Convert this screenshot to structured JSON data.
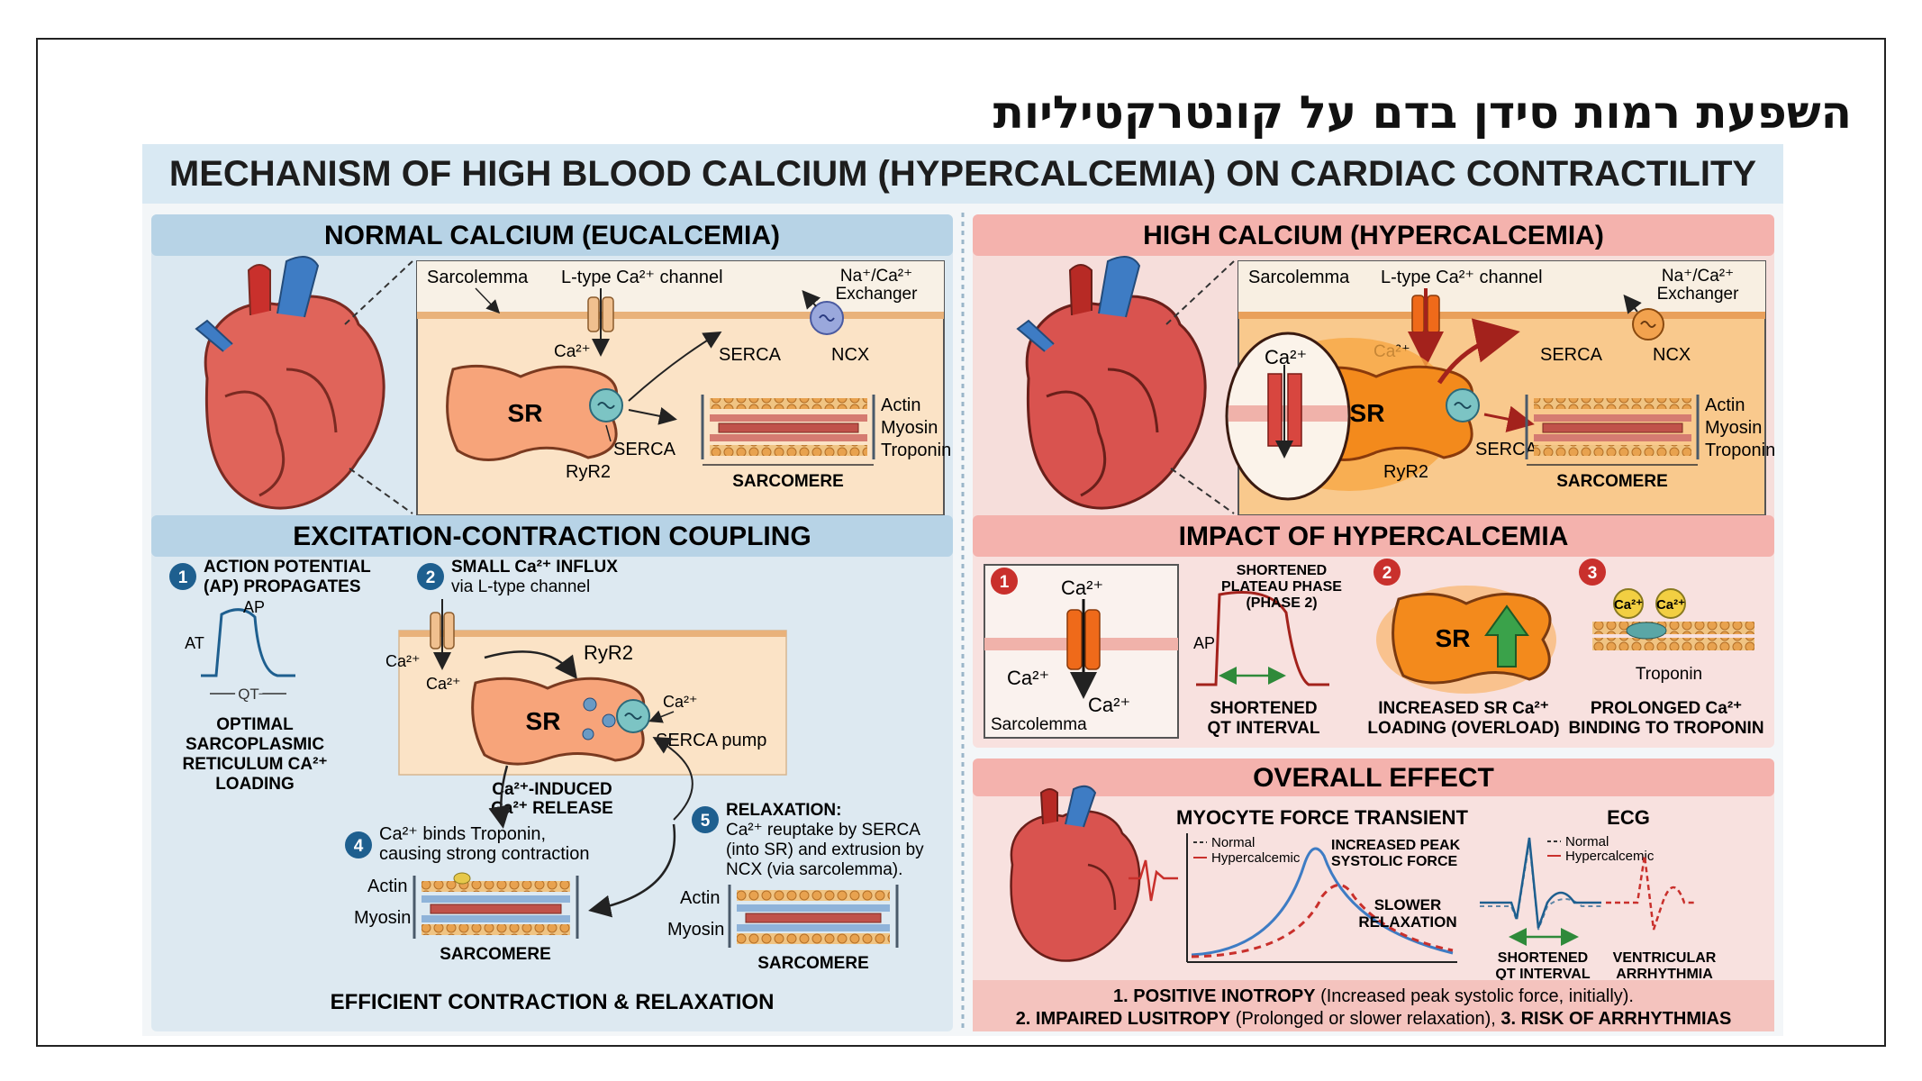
{
  "slide": {
    "title": "השפעת רמות סידן בדם על קונטרקטיליות"
  },
  "poster": {
    "title": "MECHANISM OF HIGH BLOOD CALCIUM (HYPERCALCEMIA) ON CARDIAC CONTRACTILITY",
    "normal_panel": {
      "header": "NORMAL CALCIUM (EUCALCEMIA)",
      "sarcolemma": "Sarcolemma",
      "channel": "L-type Ca²⁺ channel",
      "exchanger": "Na⁺/Ca²⁺ Exchanger",
      "ncx": "NCX",
      "ca": "Ca²⁺",
      "serca_top": "SERCA",
      "serca_bottom": "SERCA",
      "sr": "SR",
      "ryr2": "RyR2",
      "actin": "Actin",
      "myosin": "Myosin",
      "troponin": "Troponin",
      "sarcomere": "SARCOMERE"
    },
    "high_panel": {
      "header": "HIGH CALCIUM (HYPERCALCEMIA)",
      "sarcolemma": "Sarcolemma",
      "channel": "L-type Ca²⁺ channel",
      "exchanger": "Na⁺/Ca²⁺ Exchanger",
      "ncx": "NCX",
      "ca": "Ca²⁺",
      "ca_inset": "Ca²⁺",
      "serca_top": "SERCA",
      "serca_bottom": "SERCA",
      "sr": "SR",
      "ryr2": "RyR2",
      "actin": "Actin",
      "myosin": "Myosin",
      "troponin": "Troponin",
      "sarcomere": "SARCOMERE"
    },
    "ec_panel": {
      "header": "EXCITATION-CONTRACTION COUPLING",
      "step1_num": "1",
      "step1_l1": "ACTION POTENTIAL",
      "step1_l2": "(AP) PROPAGATES",
      "ap": "AP",
      "at": "AT",
      "qt": "QT",
      "optimal_l1": "OPTIMAL",
      "optimal_l2": "SARCOPLASMIC",
      "optimal_l3": "RETICULUM CA²⁺",
      "optimal_l4": "LOADING",
      "step2_num": "2",
      "step2_l1": "SMALL Ca²⁺ INFLUX",
      "step2_l2": "via L-type channel",
      "ca_a": "Ca²⁺",
      "ca_b": "Ca²⁺",
      "ca_c": "Ca²⁺",
      "ryr2": "RyR2",
      "sr": "SR",
      "serca_pump": "SERCA pump",
      "cicr_l1": "Ca²⁺-INDUCED",
      "cicr_l2": "Ca²⁺ RELEASE",
      "step4_num": "4",
      "step4_l1": "Ca²⁺ binds Troponin,",
      "step4_l2": "causing strong contraction",
      "step5_num": "5",
      "step5_l1": "RELAXATION:",
      "step5_l2": "Ca²⁺ reuptake by SERCA",
      "step5_l3": "(into SR) and extrusion by",
      "step5_l4": "NCX (via sarcolemma).",
      "actin_a": "Actin",
      "myosin_a": "Myosin",
      "sarcomere_a": "SARCOMERE",
      "actin_b": "Actin",
      "myosin_b": "Myosin",
      "sarcomere_b": "SARCOMERE",
      "footer": "EFFICIENT CONTRACTION & RELAXATION"
    },
    "impact_panel": {
      "header": "IMPACT OF HYPERCALCEMIA",
      "n1": "1",
      "n2": "2",
      "n3": "3",
      "ca_in_top": "Ca²⁺",
      "ca_in_mid": "Ca²⁺",
      "ca_in_bottom": "Ca²⁺",
      "sarcolemma": "Sarcolemma",
      "ap": "AP",
      "plateau_l1": "SHORTENED",
      "plateau_l2": "PLATEAU PHASE",
      "plateau_l3": "(PHASE 2)",
      "qt_l1": "SHORTENED",
      "qt_l2": "QT INTERVAL",
      "sr": "SR",
      "sr_l1": "INCREASED SR Ca²⁺",
      "sr_l2": "LOADING (OVERLOAD)",
      "ca_bead_a": "Ca²⁺",
      "ca_bead_b": "Ca²⁺",
      "troponin": "Troponin",
      "trop_l1": "PROLONGED Ca²⁺",
      "trop_l2": "BINDING TO TROPONIN"
    },
    "overall_panel": {
      "header": "OVERALL EFFECT",
      "force_title": "MYOCYTE FORCE TRANSIENT",
      "legend_normal": "Normal",
      "legend_hyper": "Hypercalcemic",
      "peak_l1": "INCREASED PEAK",
      "peak_l2": "SYSTOLIC FORCE",
      "slow_l1": "SLOWER",
      "slow_l2": "RELAXATION",
      "ecg_title": "ECG",
      "ecg_normal": "Normal",
      "ecg_hyper": "Hypercalcemic",
      "ecg_qt_l1": "SHORTENED",
      "ecg_qt_l2": "QT INTERVAL",
      "va_l1": "VENTRICULAR",
      "va_l2": "ARRHYTHMIA",
      "summary1_bold": "1. POSITIVE INOTROPY",
      "summary1_rest": " (Increased peak systolic force, initially).",
      "summary2_bold": "2. IMPAIRED LUSITROPY",
      "summary2_rest": " (Prolonged or slower relaxation), ",
      "summary2_end": "3. RISK OF ARRHYTHMIAS"
    }
  },
  "colors": {
    "blue_header": "#b7d3e6",
    "red_header": "#f4b2ad",
    "blue_panel": "#dde9f1",
    "red_panel": "#f8e1df",
    "cell_bg": "#fbe3c6",
    "sr_fill": "#f7a47a",
    "sr_hyper": "#f38a1c",
    "accent_red": "#c9302c",
    "accent_blue": "#1e5f8f"
  },
  "icons": [
    "heart-icon",
    "calcium-channel-icon",
    "ncx-exchanger-icon",
    "serca-pump-icon",
    "ryr2-icon",
    "up-arrow-icon",
    "calcium-bead-icon"
  ]
}
